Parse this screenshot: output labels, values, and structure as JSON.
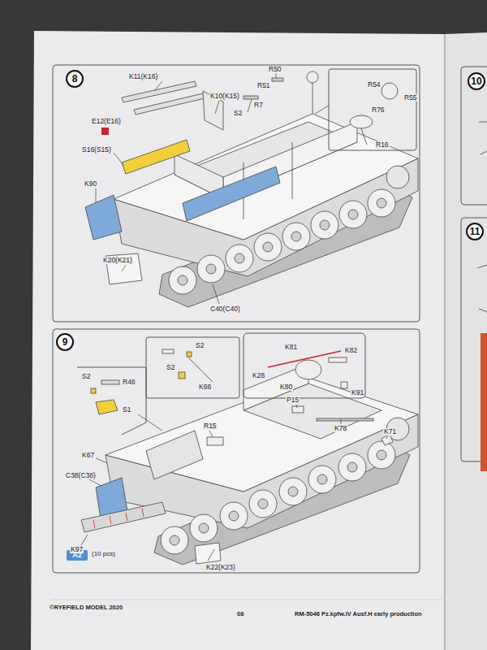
{
  "diagram": {
    "nodes": [
      {
        "text": [
          "8"
        ]
      },
      {
        "text": [
          "9"
        ]
      },
      {
        "text": [
          "10"
        ]
      },
      {
        "text": [
          "11"
        ]
      },
      {
        "text": [
          "A2"
        ]
      }
    ],
    "labels": [
      "K11(K16)",
      "K10(K15)",
      "R50",
      "R51",
      "R7",
      "S2",
      "R54",
      "R55",
      "R76",
      "R16",
      "E12(E16)",
      "S16(S15)",
      "K90",
      "K20(K21)",
      "C40(C40)",
      "S2",
      "S2",
      "K66",
      "S2",
      "R48",
      "S1",
      "K81",
      "K82",
      "K28",
      "K80",
      "K91",
      "P15",
      "K78",
      "K71",
      "R15",
      "K67",
      "C38(C38)",
      "K97",
      "(10 pcs)",
      "K22(K23)",
      "©RYEFIELD MODEL 2020",
      "08",
      "RM-5046 Pz.kpfw.IV Ausf.H early production"
    ]
  }
}
